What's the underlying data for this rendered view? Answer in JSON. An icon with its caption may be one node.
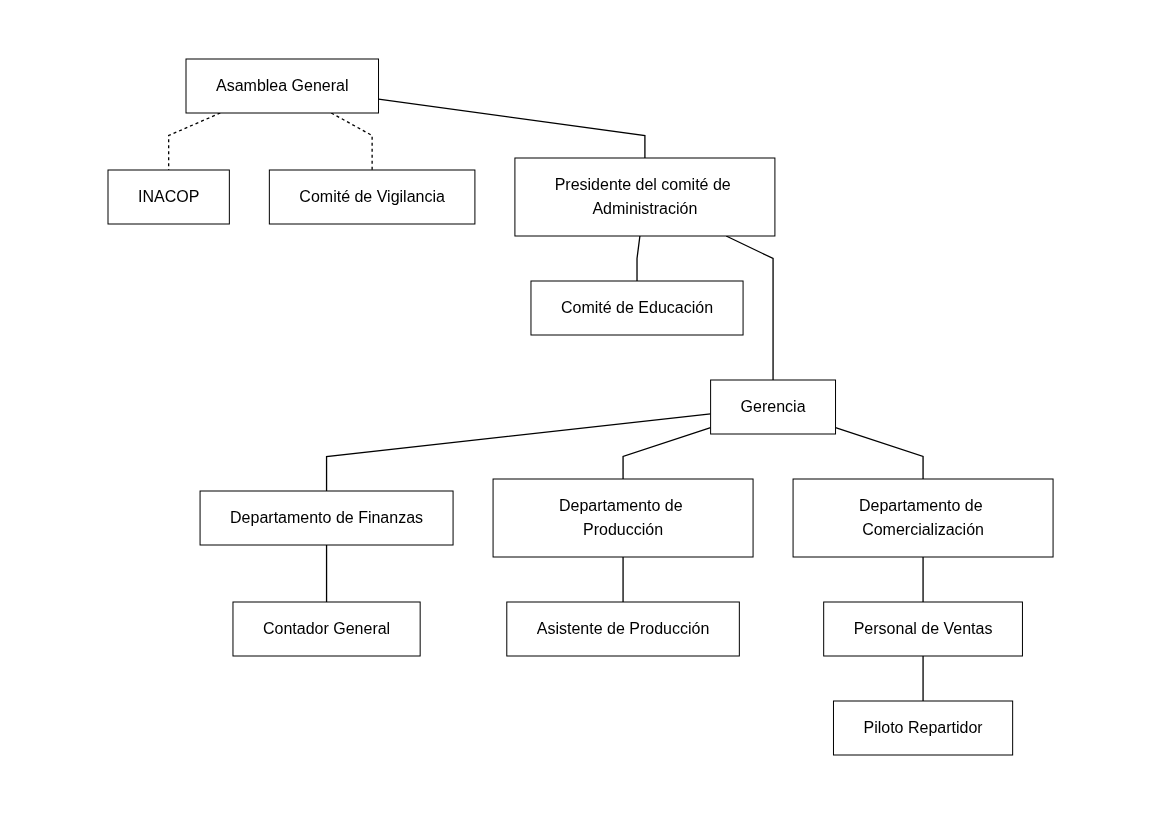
{
  "diagram": {
    "nodes": [
      {
        "text": [
          "Asamblea General"
        ]
      },
      {
        "text": [
          "INACOP"
        ]
      },
      {
        "text": [
          "Comité de Vigilancia"
        ]
      },
      {
        "text": [
          "Presidente del comité de Administración"
        ]
      },
      {
        "text": [
          "Comité de Educación"
        ]
      },
      {
        "text": [
          "Gerencia"
        ]
      },
      {
        "text": [
          "Departamento de Finanzas"
        ]
      },
      {
        "text": [
          "Departamento de Producción"
        ]
      },
      {
        "text": [
          "Departamento de Comercialización"
        ]
      },
      {
        "text": [
          "Contador General"
        ]
      },
      {
        "text": [
          "Asistente de Producción"
        ]
      },
      {
        "text": [
          "Personal de Ventas"
        ]
      },
      {
        "text": [
          "Piloto Repartidor"
        ]
      }
    ],
    "edges": [
      {
        "from": 0,
        "to": 2,
        "arrow": "none",
        "style": "dashed"
      },
      {
        "from": 0,
        "to": 1,
        "arrow": "none",
        "style": "dashed"
      },
      {
        "from": 0,
        "to": 3,
        "arrow": "none"
      },
      {
        "from": 3,
        "to": 4,
        "arrow": "none"
      },
      {
        "from": 3,
        "to": 5,
        "arrow": "none"
      },
      {
        "from": 5,
        "to": 6,
        "arrow": "none"
      },
      {
        "from": 5,
        "to": 7,
        "arrow": "none"
      },
      {
        "from": 5,
        "to": 8,
        "arrow": "none"
      },
      {
        "from": 6,
        "to": 9,
        "arrow": "none"
      },
      {
        "from": 7,
        "to": 10,
        "arrow": "none"
      },
      {
        "from": 8,
        "to": 11,
        "arrow": "none"
      },
      {
        "from": 11,
        "to": 12,
        "arrow": "none"
      }
    ]
  }
}
